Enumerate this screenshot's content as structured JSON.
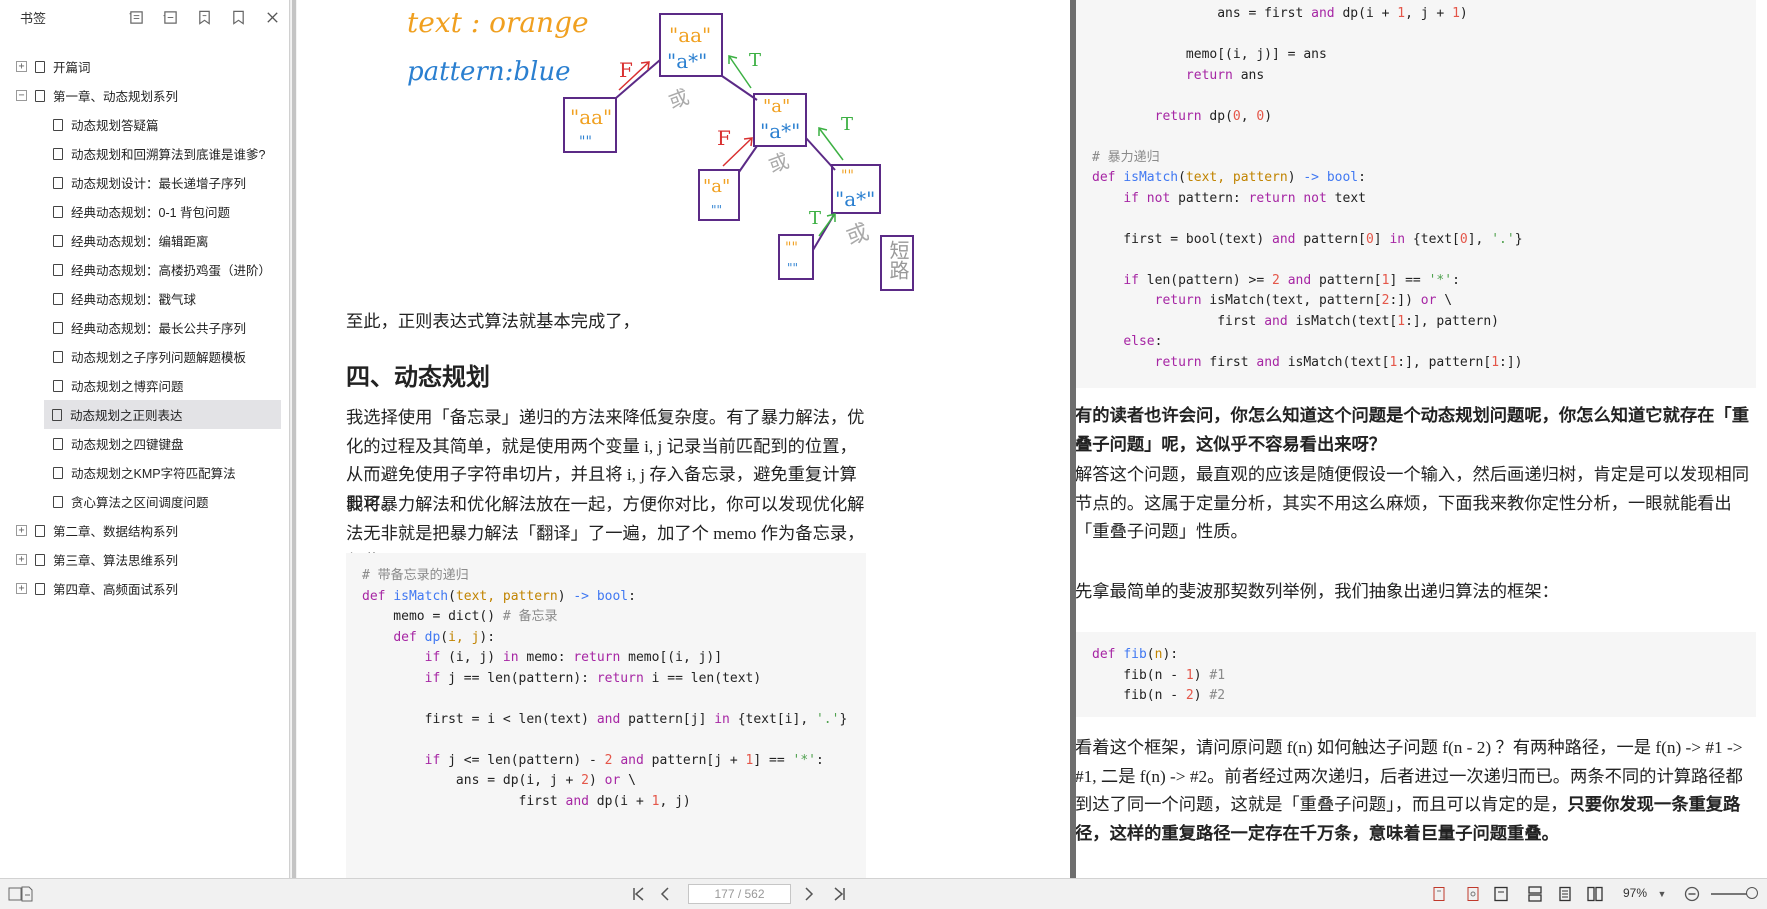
{
  "sidebar": {
    "title": "书签",
    "tools": [
      "expand-all-icon",
      "collapse-all-icon",
      "add-bookmark-icon",
      "bookmark-icon",
      "close-icon"
    ],
    "items": [
      {
        "label": "开篇词",
        "level": 0,
        "toggle": "+"
      },
      {
        "label": "第一章、动态规划系列",
        "level": 0,
        "toggle": "−"
      },
      {
        "label": "动态规划答疑篇",
        "level": 1
      },
      {
        "label": "动态规划和回溯算法到底谁是谁爹?",
        "level": 1
      },
      {
        "label": "动态规划设计：最长递增子序列",
        "level": 1
      },
      {
        "label": "经典动态规划：0-1 背包问题",
        "level": 1
      },
      {
        "label": "经典动态规划：编辑距离",
        "level": 1
      },
      {
        "label": "经典动态规划：高楼扔鸡蛋（进阶）",
        "level": 1
      },
      {
        "label": "经典动态规划：戳气球",
        "level": 1
      },
      {
        "label": "经典动态规划：最长公共子序列",
        "level": 1
      },
      {
        "label": "动态规划之子序列问题解题模板",
        "level": 1
      },
      {
        "label": "动态规划之博弈问题",
        "level": 1
      },
      {
        "label": "动态规划之正则表达",
        "level": 1,
        "active": true
      },
      {
        "label": "动态规划之四键键盘",
        "level": 1
      },
      {
        "label": "动态规划之KMP字符匹配算法",
        "level": 1
      },
      {
        "label": "贪心算法之区间调度问题",
        "level": 1
      },
      {
        "label": "第二章、数据结构系列",
        "level": 0,
        "toggle": "+"
      },
      {
        "label": "第三章、算法思维系列",
        "level": 0,
        "toggle": "+"
      },
      {
        "label": "第四章、高频面试系列",
        "level": 0,
        "toggle": "+"
      }
    ]
  },
  "diagram": {
    "legend_text": "text : orange",
    "legend_pattern": "pattern:blue",
    "nodes": [
      {
        "t": "\"aa\"",
        "p": "\"a*\""
      },
      {
        "t": "\"aa\"",
        "p": "\"\""
      },
      {
        "t": "\"a\"",
        "p": "\"a*\""
      },
      {
        "t": "\"a\"",
        "p": "\"\""
      },
      {
        "t": "\"\"",
        "p": "\"a*\""
      },
      {
        "t": "\"\"",
        "p": "\"\""
      }
    ],
    "edge_f": "F",
    "edge_t": "T",
    "or_label": "或",
    "short_circuit": "短路"
  },
  "left_page": {
    "conclusion": "至此，正则表达式算法就基本完成了，",
    "heading": "四、动态规划",
    "para1": "我选择使用「备忘录」递归的方法来降低复杂度。有了暴力解法，优化的过程及其简单，就是使用两个变量 i, j 记录当前匹配到的位置，从而避免使用子字符串切片，并且将 i, j 存入备忘录，避免重复计算即可。",
    "para2": "我将暴力解法和优化解法放在一起，方便你对比，你可以发现优化解法无非就是把暴力解法「翻译」了一遍，加了个 memo 作为备忘录，仅此而已。"
  },
  "right_page": {
    "question": "有的读者也许会问，你怎么知道这个问题是个动态规划问题呢，你怎么知道它就存在「重叠子问题」呢，这似乎不容易看出来呀？",
    "answer": "解答这个问题，最直观的应该是随便假设一个输入，然后画递归树，肯定是可以发现相同节点的。这属于定量分析，其实不用这么麻烦，下面我来教你定性分析，一眼就能看出「重叠子问题」性质。",
    "fib_intro": "先拿最简单的斐波那契数列举例，我们抽象出递归算法的框架：",
    "para_end_normal": "看着这个框架，请问原问题 f(n) 如何触达子问题 f(n - 2) ？有两种路径，一是 f(n) -> #1 -> #1, 二是 f(n) -> #2。前者经过两次递归，后者进过一次递归而已。两条不同的计算路径都到达了同一个问题，这就是「重叠子问题」，而且可以肯定的是，",
    "para_end_bold": "只要你发现一条重复路径，这样的重复路径一定存在千万条，意味着巨量子问题重叠。"
  },
  "toolbar": {
    "page_indicator": "177 / 562",
    "zoom": "97%"
  }
}
